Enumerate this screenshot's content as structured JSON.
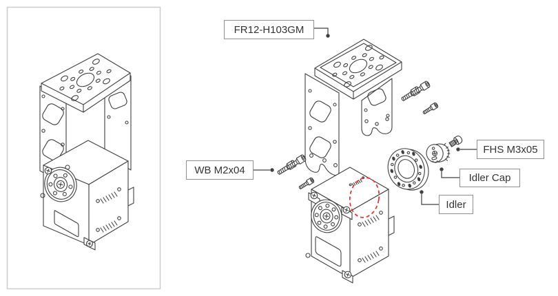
{
  "colors": {
    "line": "#3f3f3f",
    "label_border": "#8f8f8f",
    "label_text": "#333333",
    "panel_border": "#cccccc",
    "highlight": "#e8342c",
    "background": "#ffffff"
  },
  "labels": {
    "frame": "FR12-H103GM",
    "wb_bolt": "WB M2x04",
    "fhs_bolt": "FHS M3x05",
    "idler_cap": "Idler Cap",
    "idler": "Idler"
  }
}
